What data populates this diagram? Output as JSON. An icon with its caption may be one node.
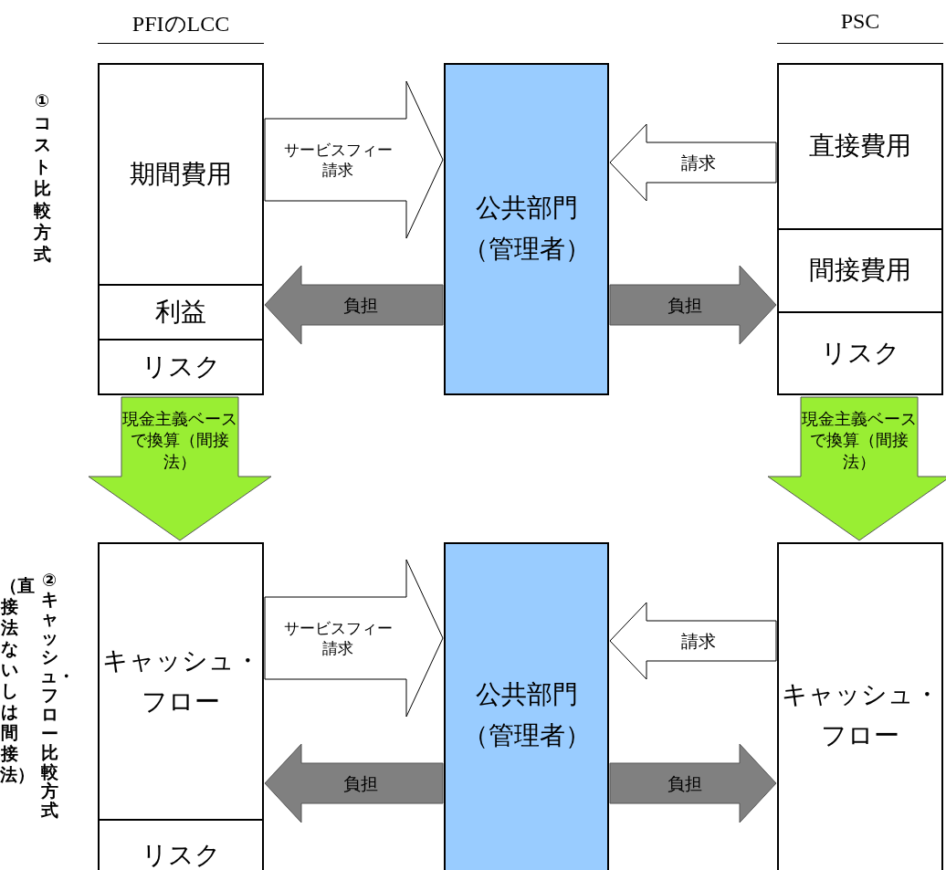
{
  "diagram": {
    "nodes": [
      {
        "text": [
          "期間費用"
        ]
      },
      {
        "text": [
          "利益"
        ]
      },
      {
        "text": [
          "リスク"
        ]
      },
      {
        "text": [
          "公共部門（管理者）"
        ]
      },
      {
        "text": [
          "直接費用"
        ]
      },
      {
        "text": [
          "間接費用"
        ]
      },
      {
        "text": [
          "リスク"
        ]
      },
      {
        "text": [
          "キャッシュ・フロー"
        ]
      },
      {
        "text": [
          "リスク"
        ]
      },
      {
        "text": [
          "公共部門（管理者）"
        ]
      },
      {
        "text": [
          "キャッシュ・フロー"
        ]
      }
    ],
    "edges": [
      {
        "from": 0,
        "to": 3,
        "arrow": "to",
        "label": "サービスフィー請求"
      },
      {
        "from": 4,
        "to": 3,
        "arrow": "to",
        "label": "請求"
      },
      {
        "from": 3,
        "to": 1,
        "arrow": "to",
        "label": "負担",
        "color": "#808080"
      },
      {
        "from": 3,
        "to": 5,
        "arrow": "to",
        "label": "負担",
        "color": "#808080"
      },
      {
        "from": 2,
        "to": 7,
        "arrow": "to",
        "label": "現金主義ベースで換算（間接法）",
        "color": "#99ee33"
      },
      {
        "from": 6,
        "to": 10,
        "arrow": "to",
        "label": "現金主義ベースで換算（間接法）",
        "color": "#99ee33"
      },
      {
        "from": 7,
        "to": 9,
        "arrow": "to",
        "label": "サービスフィー請求"
      },
      {
        "from": 10,
        "to": 9,
        "arrow": "to",
        "label": "請求"
      },
      {
        "from": 9,
        "to": 7,
        "arrow": "to",
        "label": "負担",
        "color": "#808080"
      },
      {
        "from": 9,
        "to": 10,
        "arrow": "to",
        "label": "負担",
        "color": "#808080"
      }
    ],
    "labels": [
      "PFIのLCC",
      "PSC",
      "①コスト比較方式",
      "②キャッシュ・フロー比較方式",
      "（直接法ないしは間接法）"
    ]
  }
}
